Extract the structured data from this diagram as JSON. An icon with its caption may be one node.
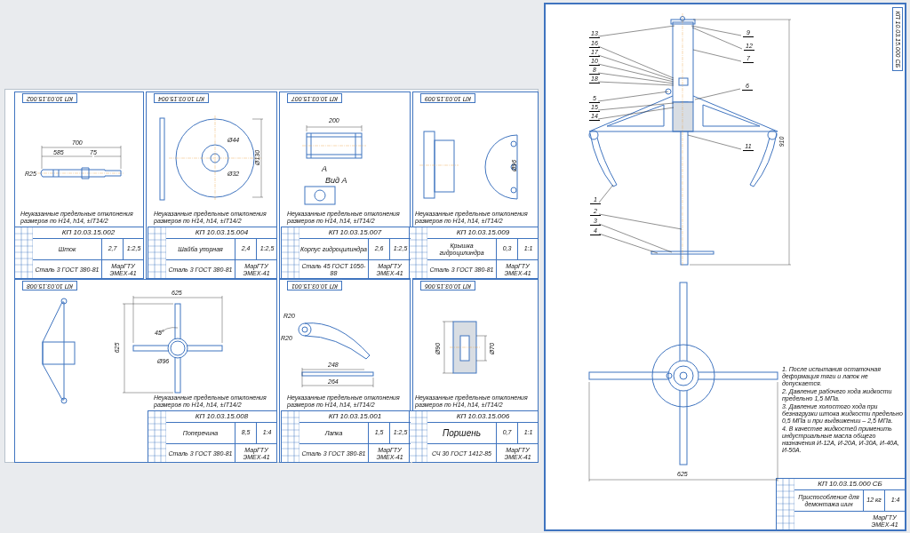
{
  "diagram": {
    "nodes": [
      {
        "text": [],
        "shape": "box"
      },
      {
        "text": [
          "КП 10.03.15.002",
          "Неуказанные предельные отклонения размеров по H14, h14, ±IT14/2",
          "КП 10.03.15.002",
          "Шток",
          "Сталь 3 ГОСТ 380-81",
          "2,7",
          "1:2,5",
          "МарГТУ ЭМЕХ-41"
        ],
        "in": 0
      },
      {
        "text": [
          "КП 10.03.15.004",
          "Неуказанные предельные отклонения размеров по H14, h14, ±IT14/2",
          "КП 10.03.15.004",
          "Шайба упорная",
          "Сталь 3 ГОСТ 380-81",
          "2,4",
          "1:2,5",
          "МарГТУ ЭМЕХ-41"
        ],
        "in": 0
      },
      {
        "text": [
          "КП 10.03.15.007",
          "Неуказанные предельные отклонения размеров по H14, h14, ±IT14/2",
          "КП 10.03.15.007",
          "Корпус гидроцилиндра",
          "Сталь 45 ГОСТ 1050-88",
          "2,6",
          "1:2,5",
          "МарГТУ ЭМЕХ-41"
        ],
        "in": 0
      },
      {
        "text": [
          "КП 10.03.15.009",
          "Неуказанные предельные отклонения размеров по H14, h14, ±IT14/2",
          "КП 10.03.15.009",
          "Крышка гидроцилиндра",
          "Сталь 3 ГОСТ 380-81",
          "0,3",
          "1:1",
          "МарГТУ ЭМЕХ-41"
        ],
        "in": 0
      },
      {
        "text": [
          "КП 10.03.15.008",
          "Неуказанные предельные отклонения размеров по H14, h14, ±IT14/2",
          "КП 10.03.15.008",
          "Поперечина",
          "Сталь 3 ГОСТ 380-81",
          "8,5",
          "1:4",
          "МарГТУ ЭМЕХ-41"
        ],
        "in": 0
      },
      {
        "text": [
          "КП 10.03.15.001",
          "Неуказанные предельные отклонения размеров по H14, h14, ±IT14/2",
          "КП 10.03.15.001",
          "Лапка",
          "Сталь 3 ГОСТ 380-81",
          "1,5",
          "1:2,5",
          "МарГТУ ЭМЕХ-41"
        ],
        "in": 0
      },
      {
        "text": [
          "КП 10.03.15.006",
          "Неуказанные предельные отклонения размеров по H14, h14, ±IT14/2",
          "КП 10.03.15.006",
          "Поршень",
          "СЧ 30 ГОСТ 1412-85",
          "0,7",
          "1:1",
          "МарГТУ ЭМЕХ-41"
        ],
        "in": 0
      },
      {
        "text": [
          "КП 10.03.15.000 СБ",
          "КП 10.03.15.000 СБ",
          "Приспособление для демонтажа шин",
          "12 кг",
          "1:4",
          "МарГТУ ЭМЕХ-41"
        ]
      },
      {
        "text": [
          "13"
        ],
        "in": 8
      },
      {
        "text": [
          "16"
        ],
        "in": 8
      },
      {
        "text": [
          "17"
        ],
        "in": 8
      },
      {
        "text": [
          "10"
        ],
        "in": 8
      },
      {
        "text": [
          "8"
        ],
        "in": 8
      },
      {
        "text": [
          "18"
        ],
        "in": 8
      },
      {
        "text": [
          "5"
        ],
        "in": 8
      },
      {
        "text": [
          "15"
        ],
        "in": 8
      },
      {
        "text": [
          "14"
        ],
        "in": 8
      },
      {
        "text": [
          "1"
        ],
        "in": 8
      },
      {
        "text": [
          "2"
        ],
        "in": 8
      },
      {
        "text": [
          "3"
        ],
        "in": 8
      },
      {
        "text": [
          "4"
        ],
        "in": 8
      },
      {
        "text": [
          "9"
        ],
        "in": 8
      },
      {
        "text": [
          "12"
        ],
        "in": 8
      },
      {
        "text": [
          "7"
        ],
        "in": 8
      },
      {
        "text": [
          "6"
        ],
        "in": 8
      },
      {
        "text": [
          "11"
        ],
        "in": 8
      }
    ],
    "edges": [
      {
        "from": 9,
        "to": null,
        "arrow": "none"
      },
      {
        "from": 10,
        "to": null,
        "arrow": "none"
      },
      {
        "from": 11,
        "to": null,
        "arrow": "none"
      },
      {
        "from": 12,
        "to": null,
        "arrow": "none"
      },
      {
        "from": 13,
        "to": null,
        "arrow": "none"
      },
      {
        "from": 14,
        "to": null,
        "arrow": "none"
      },
      {
        "from": 15,
        "to": null,
        "arrow": "none"
      },
      {
        "from": 16,
        "to": null,
        "arrow": "none"
      },
      {
        "from": 17,
        "to": null,
        "arrow": "none"
      },
      {
        "from": 18,
        "to": null,
        "arrow": "none"
      },
      {
        "from": 19,
        "to": null,
        "arrow": "none"
      },
      {
        "from": 20,
        "to": null,
        "arrow": "none"
      },
      {
        "from": 21,
        "to": null,
        "arrow": "none"
      },
      {
        "from": 22,
        "to": null,
        "arrow": "none"
      },
      {
        "from": 23,
        "to": null,
        "arrow": "none"
      },
      {
        "from": 24,
        "to": null,
        "arrow": "none"
      },
      {
        "from": 25,
        "to": null,
        "arrow": "none"
      },
      {
        "from": 26,
        "to": null,
        "arrow": "none"
      }
    ],
    "labels": [
      "700",
      "585",
      "75",
      "R25",
      "Ø44",
      "Ø32",
      "Ø130",
      "200",
      "А",
      "Вид А",
      "Ø96",
      "625",
      "625",
      "45°",
      "Ø96",
      "248",
      "264",
      "R20",
      "R20",
      "Ø90",
      "Ø70",
      "910",
      "625",
      "1. После испытания остаточная деформация тяги и лапок не допускается.",
      "2. Давление рабочего хода жидкости предельно 1,5 МПа.",
      "3. Давление холостого хода при безнагрузки штока жидкости предельно 0,5 МПа и при выдвижении – 2,5 МПа.",
      "4. В качестве жидкостей применить индустриальные масла общего назначения И-12А, И-20А, И-30А, И-40А, И-50А."
    ]
  }
}
